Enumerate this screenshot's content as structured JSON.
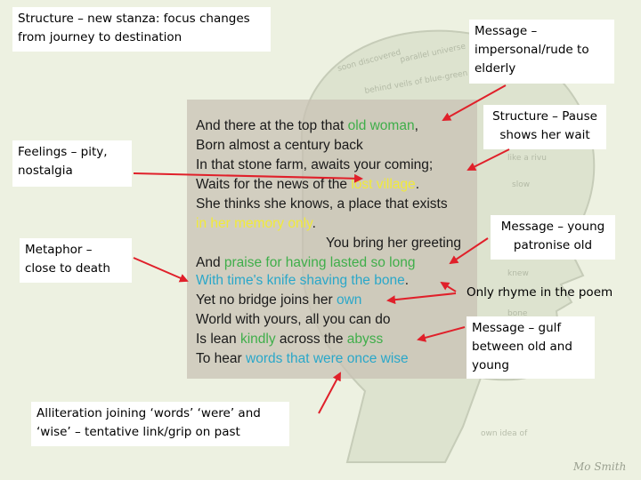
{
  "annotations": {
    "structure_stanza": "Structure – new stanza: focus changes from journey to destination",
    "message_impersonal": "Message – impersonal/rude to elderly",
    "feelings": "Feelings – pity, nostalgia",
    "metaphor": "Metaphor – close to death",
    "structure_pause": "Structure – Pause shows her wait",
    "message_young": "Message – young patronise old",
    "only_rhyme": "Only rhyme in the poem",
    "message_gulf": "Message – gulf between old and young",
    "alliteration": "Alliteration joining ‘words’ ‘were’ and ‘wise’ – tentative link/grip on past"
  },
  "poem": {
    "l1a": "And there at the top that ",
    "l1b": "old woman",
    "l1c": ",",
    "l2": "Born almost a century back",
    "l3": "In that stone farm, awaits your coming;",
    "l4a": "Waits for the news of the ",
    "l4b": "lost village",
    "l4c": ".",
    "l5": "She thinks she knows, a place that exists",
    "l6a": "in her memory only",
    "l6b": ".",
    "l7": "You bring her greeting",
    "l8a": "And ",
    "l8b": "praise for having lasted so long",
    "l9a": "With time's knife shaving the bone",
    "l9b": ".",
    "l10a": "Yet no bridge joins her ",
    "l10b": "own",
    "l11": "World with yours, all you can do",
    "l12a": "Is lean ",
    "l12b": "kindly",
    "l12c": " across the ",
    "l12d": "abyss",
    "l13a": "To hear ",
    "l13b": "words that were once wise"
  },
  "colors": {
    "background": "#edf1e1",
    "arrow": "#e0202a",
    "green": "#3fae4a",
    "yellow": "#f1ea3a",
    "teal": "#2aa7c9"
  }
}
